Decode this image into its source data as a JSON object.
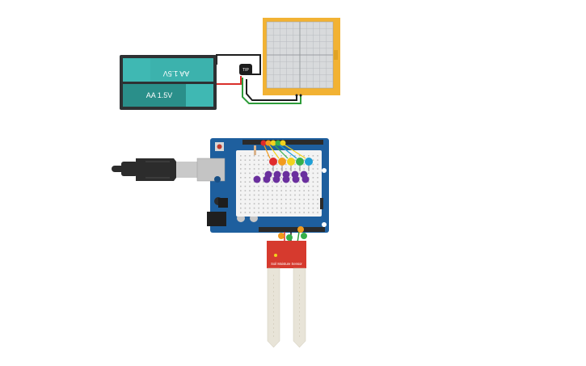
{
  "battery": {
    "cell_top_label": "AA 1.5V",
    "cell_bottom_label": "AA 1.5V",
    "colors": {
      "case": "#2e3133",
      "cell": "#3fb8b3",
      "cell_dark": "#2a8f8a"
    }
  },
  "component_small": {
    "label": "TIP"
  },
  "motor_plate": {
    "colors": {
      "frame": "#f2b233",
      "grid_bg": "#d8dadc",
      "grid_line": "#b9bcbf"
    }
  },
  "wires": {
    "colors": {
      "red": "#d9302b",
      "black": "#1d1d1d",
      "green": "#2e9c3a"
    }
  },
  "arduino": {
    "colors": {
      "board": "#1e5f9e",
      "board_dark": "#184f85",
      "breadboard": "#f3f3f3",
      "header": "#2b2b2b"
    }
  },
  "usb_cable": {
    "colors": {
      "body": "#2c2c2c",
      "metal": "#c9c9c9"
    }
  },
  "leds": {
    "top_row_colors": [
      "#e02b2b",
      "#f29b1d",
      "#f2d21d",
      "#36b04a",
      "#1e9fd6"
    ],
    "resistor_color": "#6a2f9e"
  },
  "soil_sensor": {
    "label_line": "Soil Moisture Sensor",
    "colors": {
      "pcb": "#d63a2e",
      "prong": "#e8e4d8"
    }
  }
}
